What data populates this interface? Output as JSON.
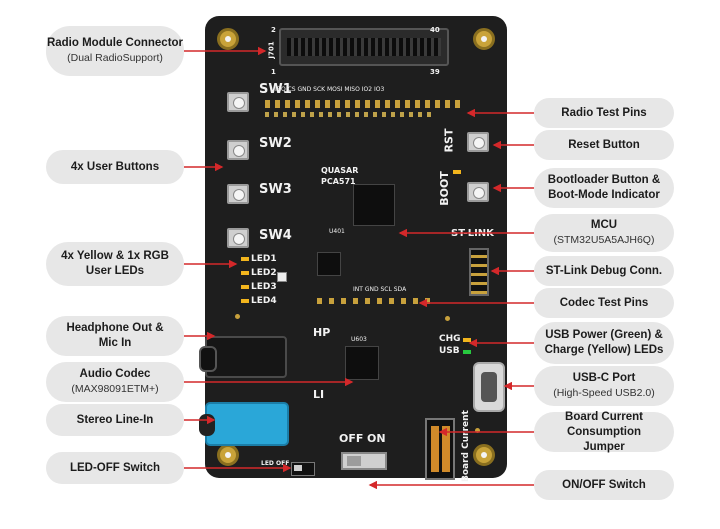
{
  "labels_left": [
    {
      "key": "radio_module",
      "title": "Radio Module Connector",
      "sub": "(Dual RadioSupport)"
    },
    {
      "key": "user_buttons",
      "title": "4x User Buttons",
      "sub": ""
    },
    {
      "key": "user_leds",
      "title": "4x Yellow & 1x RGB User LEDs",
      "sub": ""
    },
    {
      "key": "headphone",
      "title": "Headphone Out & Mic In",
      "sub": ""
    },
    {
      "key": "codec",
      "title": "Audio Codec",
      "sub": "(MAX98091ETM+)"
    },
    {
      "key": "line_in",
      "title": "Stereo Line-In",
      "sub": ""
    },
    {
      "key": "led_off",
      "title": "LED-OFF Switch",
      "sub": ""
    }
  ],
  "labels_right": [
    {
      "key": "radio_test",
      "title": "Radio Test Pins",
      "sub": ""
    },
    {
      "key": "reset",
      "title": "Reset Button",
      "sub": ""
    },
    {
      "key": "bootloader",
      "title": "Bootloader Button & Boot-Mode Indicator",
      "sub": ""
    },
    {
      "key": "mcu",
      "title": "MCU",
      "sub": "(STM32U5A5AJH6Q)"
    },
    {
      "key": "stlink",
      "title": "ST-Link Debug Conn.",
      "sub": ""
    },
    {
      "key": "codec_test",
      "title": "Codec Test Pins",
      "sub": ""
    },
    {
      "key": "usb_power",
      "title": "USB Power (Green) & Charge (Yellow) LEDs",
      "sub": ""
    },
    {
      "key": "usbc",
      "title": "USB-C Port",
      "sub": "(High-Speed USB2.0)"
    },
    {
      "key": "current_jumper",
      "title": "Board Current Consumption Jumper",
      "sub": ""
    },
    {
      "key": "onoff",
      "title": "ON/OFF Switch",
      "sub": ""
    }
  ],
  "board": {
    "name": "QUASAR",
    "part": "PCA571",
    "sw": [
      "SW1",
      "SW2",
      "SW3",
      "SW4"
    ],
    "led": [
      "LED1",
      "LED2",
      "LED3",
      "LED4"
    ],
    "rst": "RST",
    "boot": "BOOT",
    "stlink": "ST-LINK",
    "hp": "HP",
    "li": "LI",
    "off": "OFF",
    "on": "ON",
    "chg": "CHG",
    "usb": "USB",
    "board_current": "Board Current",
    "j701": "J701",
    "pin2": "2",
    "pin40": "40",
    "pin1": "1",
    "pin39": "39",
    "u401": "U401",
    "u603": "U603",
    "radio_pins": "IRQ CS GND SCK MOSI MISO IO2 IO3",
    "codec_pins": "INT GND SCL SDA",
    "ledoff_label": "LED OFF"
  },
  "colors": {
    "board": "#1e1e1e",
    "gold": "#c9a339",
    "arrow": "#d4282a",
    "pill": "#e7e7e7",
    "led_yellow": "#f2b51d",
    "led_green": "#27c93f",
    "jack_blue": "#2aa7d8"
  }
}
